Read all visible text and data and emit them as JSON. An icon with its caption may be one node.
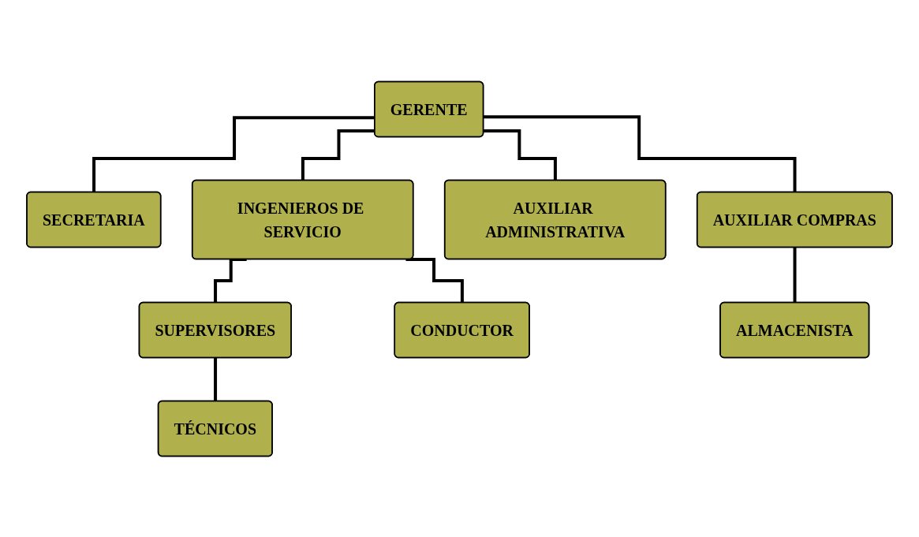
{
  "diagram": {
    "nodes": [
      {
        "text": [
          "GERENTE"
        ]
      },
      {
        "text": [
          "SECRETARIA"
        ]
      },
      {
        "text": [
          "INGENIEROS DE SERVICIO"
        ]
      },
      {
        "text": [
          "AUXILIAR ADMINISTRATIVA"
        ]
      },
      {
        "text": [
          "AUXILIAR COMPRAS"
        ]
      },
      {
        "text": [
          "SUPERVISORES"
        ]
      },
      {
        "text": [
          "CONDUCTOR"
        ]
      },
      {
        "text": [
          "ALMACENISTA"
        ]
      },
      {
        "text": [
          "TÉCNICOS"
        ]
      }
    ],
    "edges": [
      {
        "from": 0,
        "to": 1,
        "arrow": "none"
      },
      {
        "from": 0,
        "to": 2,
        "arrow": "none"
      },
      {
        "from": 0,
        "to": 3,
        "arrow": "none"
      },
      {
        "from": 0,
        "to": 4,
        "arrow": "none"
      },
      {
        "from": 2,
        "to": 5,
        "arrow": "none"
      },
      {
        "from": 2,
        "to": 6,
        "arrow": "none"
      },
      {
        "from": 4,
        "to": 7,
        "arrow": "none"
      },
      {
        "from": 5,
        "to": 8,
        "arrow": "none"
      }
    ]
  }
}
